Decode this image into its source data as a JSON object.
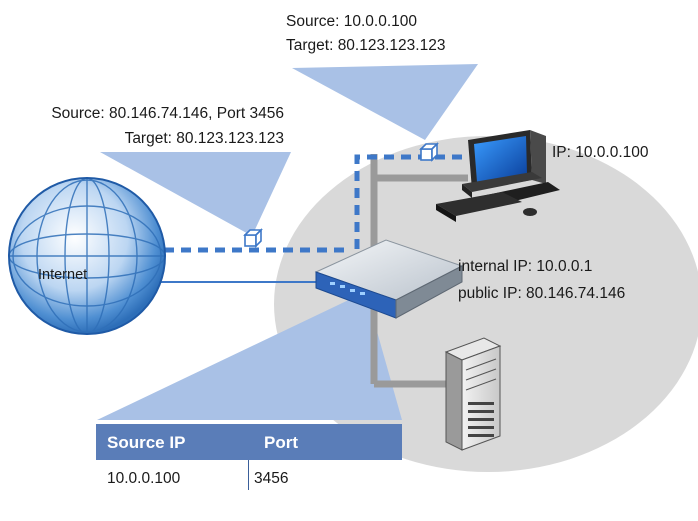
{
  "labels": {
    "lan_packet_source": "Source: 10.0.0.100",
    "lan_packet_target": "Target: 80.123.123.123",
    "wan_packet_source": "Source: 80.146.74.146, Port 3456",
    "wan_packet_target": "Target: 80.123.123.123",
    "pc_ip": "IP: 10.0.0.100",
    "router_internal_ip": "internal IP: 10.0.0.1",
    "router_public_ip": "public IP: 80.146.74.146",
    "internet": "Internet"
  },
  "nat_table": {
    "headers": [
      "Source IP",
      "Port"
    ],
    "rows": [
      [
        "10.0.0.100",
        "3456"
      ]
    ]
  },
  "colors": {
    "callout_blue": "#a9c1e6",
    "lan_ellipse": "#d9d9d9",
    "link_blue": "#3e78c8",
    "cable_gray": "#9a9a9a",
    "table_header": "#5a7db8"
  }
}
